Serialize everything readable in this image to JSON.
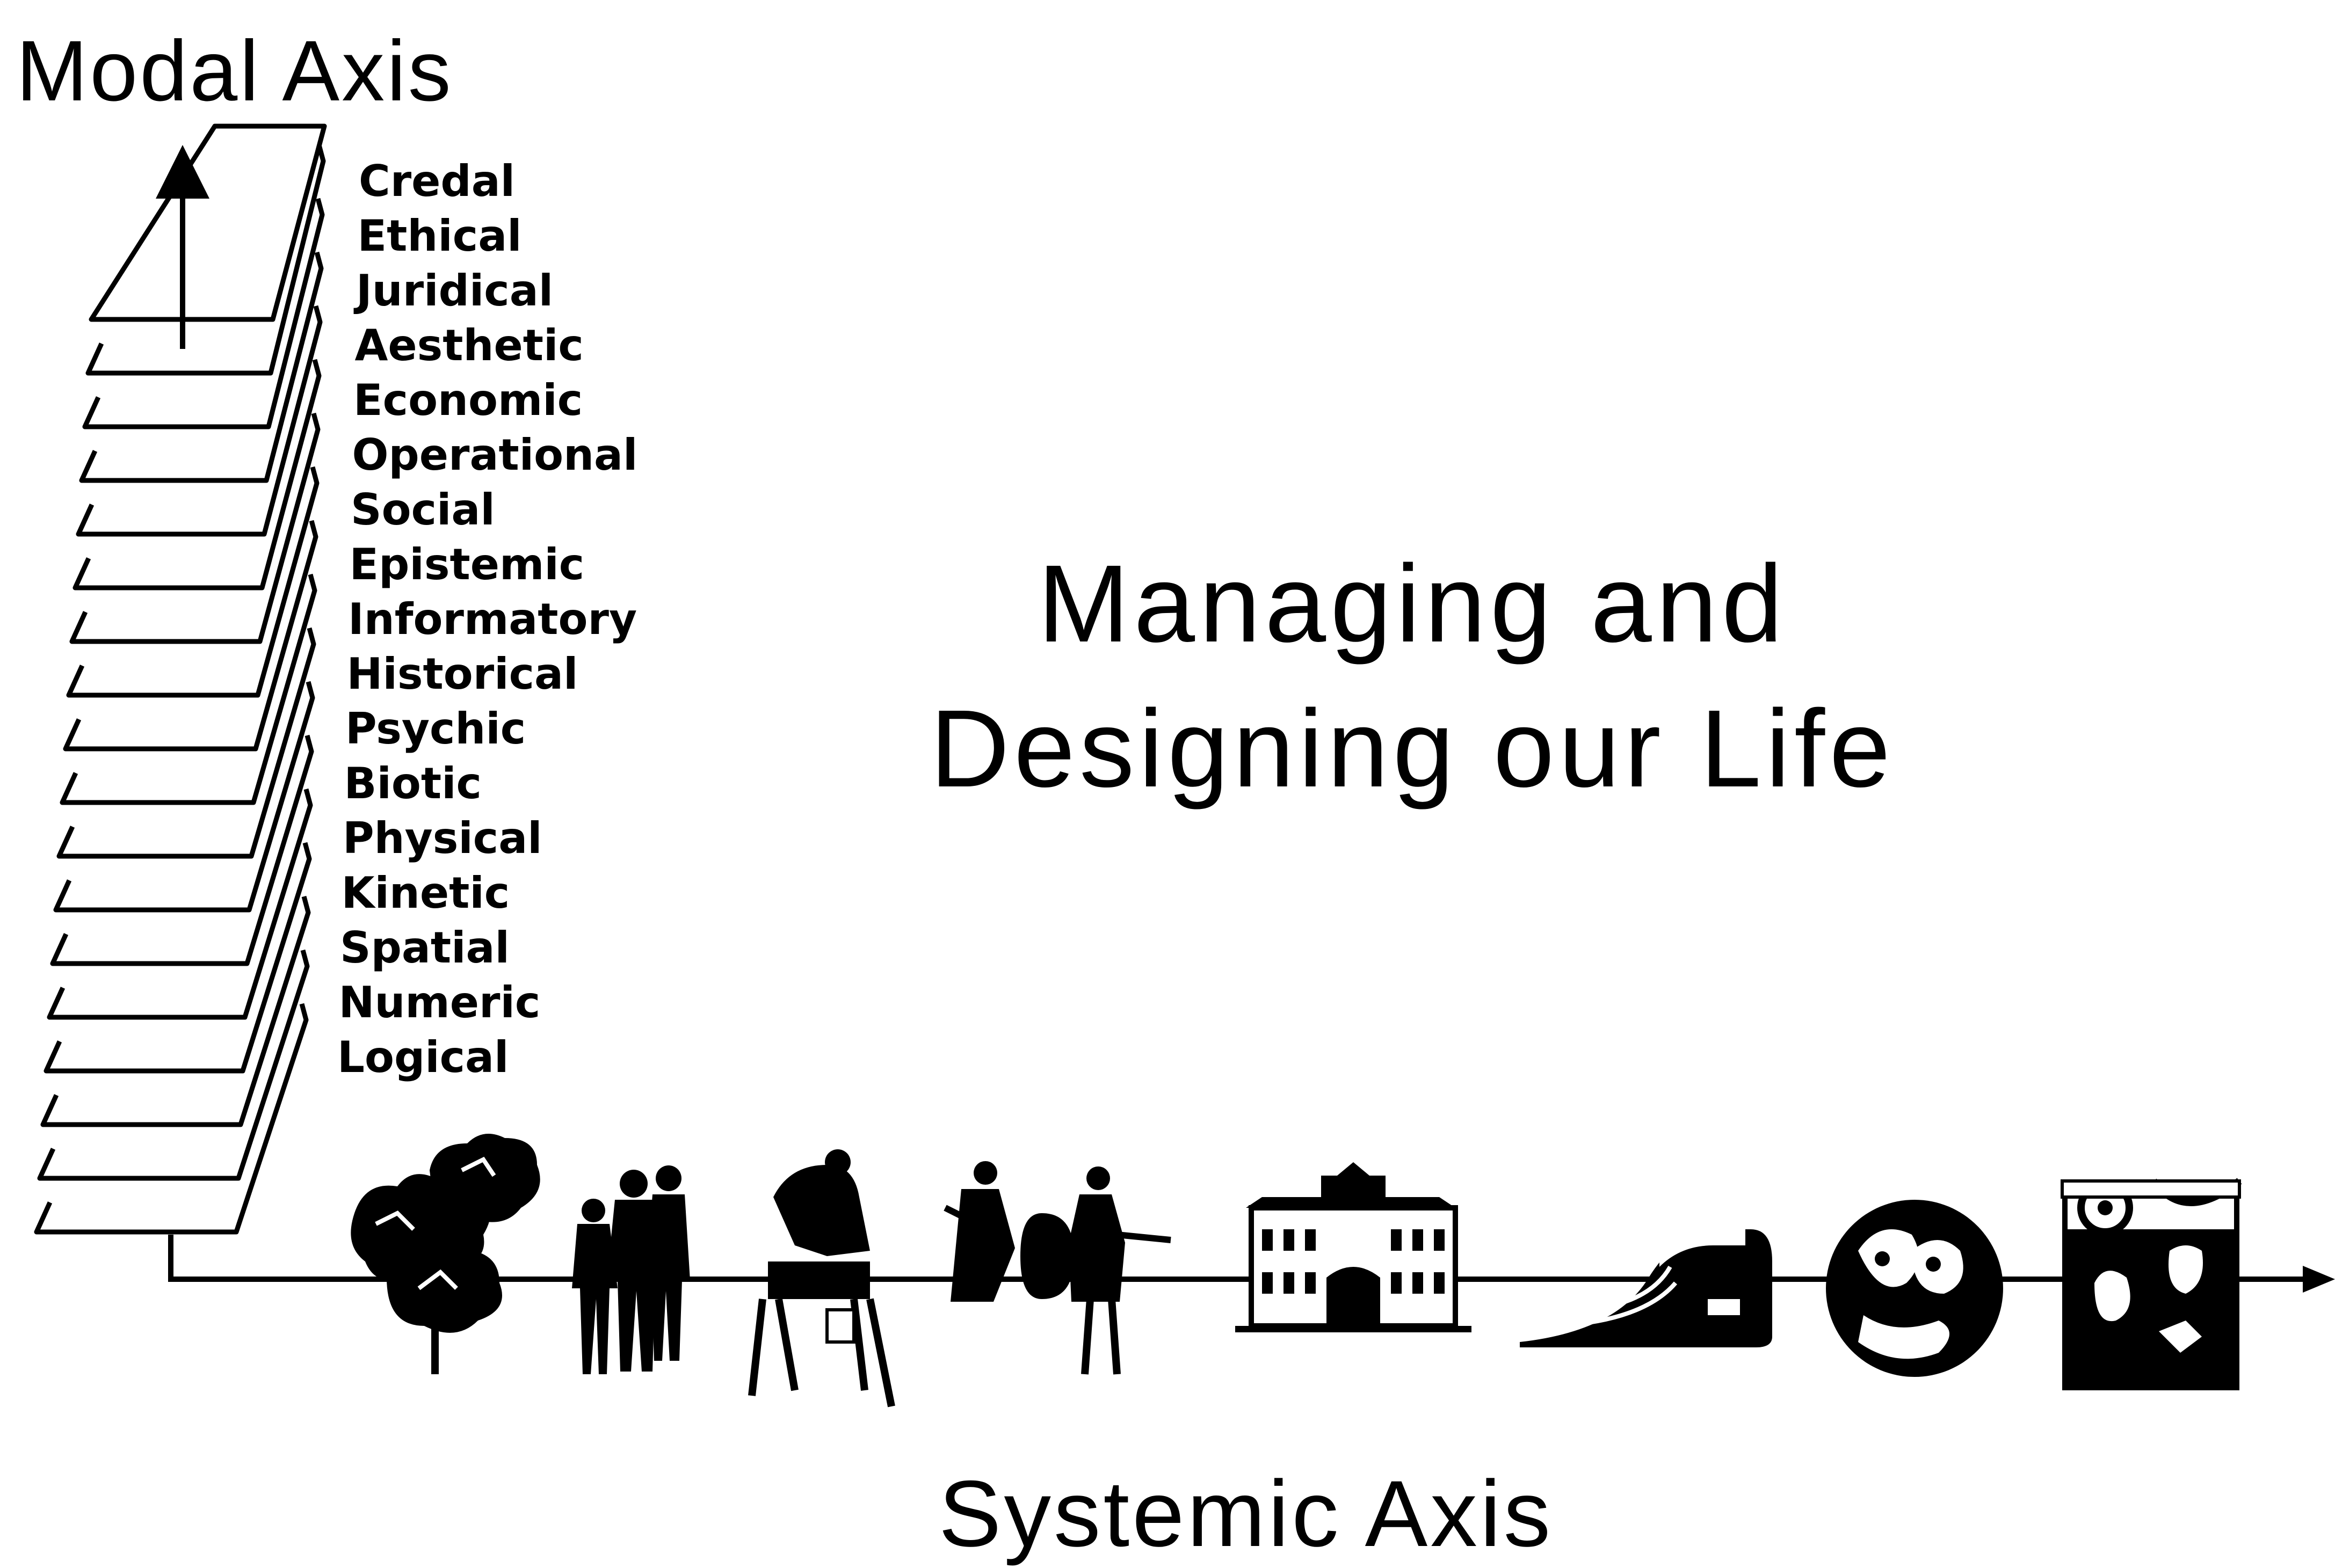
{
  "modal_axis": {
    "label": "Modal Axis",
    "aspects": [
      "Credal",
      "Ethical",
      "Juridical",
      "Aesthetic",
      "Economic",
      "Operational",
      "Social",
      "Epistemic",
      "Informatory",
      "Historical",
      "Psychic",
      "Biotic",
      "Physical",
      "Kinetic",
      "Spatial",
      "Numeric",
      "Logical"
    ]
  },
  "center_title": {
    "line1": "Managing and",
    "line2": "Designing our Life"
  },
  "systemic_axis": {
    "label": "Systemic Axis",
    "icons": [
      "trees-icon",
      "people-group-icon",
      "worker-icon",
      "musicians-icon",
      "building-icon",
      "train-icon",
      "family-circle-icon",
      "people-art-icon"
    ]
  },
  "colors": {
    "ink": "#000000",
    "paper": "#ffffff"
  }
}
